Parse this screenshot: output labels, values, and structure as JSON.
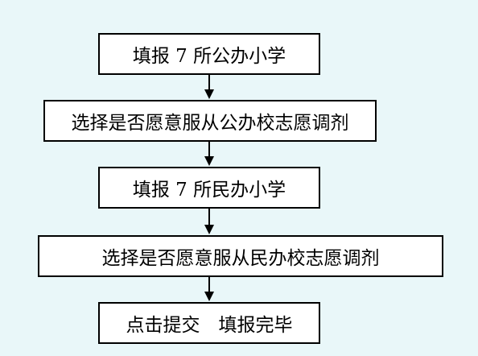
{
  "flowchart": {
    "steps": [
      {
        "label": "填报 7 所公办小学"
      },
      {
        "label": "选择是否愿意服从公办校志愿调剂"
      },
      {
        "label": "填报 7 所民办小学"
      },
      {
        "label": "选择是否愿意服从民办校志愿调剂"
      },
      {
        "label": "点击提交　填报完毕"
      }
    ]
  },
  "colors": {
    "background": "#e9f7f9",
    "box_fill": "#ffffff",
    "box_border": "#000000",
    "text": "#000000"
  }
}
